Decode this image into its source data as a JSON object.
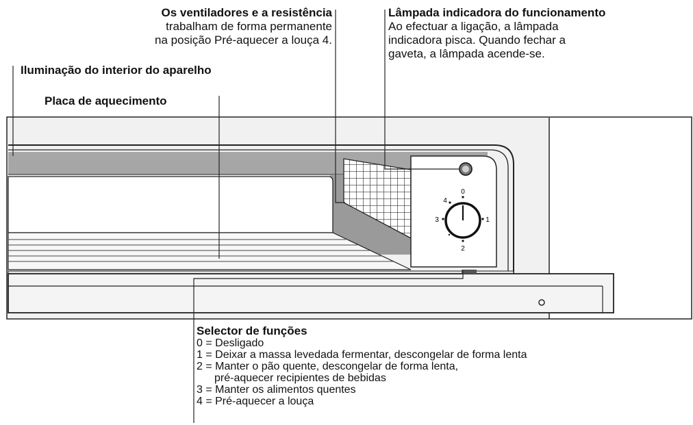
{
  "labels": {
    "fans_title": "Os ventiladores e a resistência",
    "fans_line1": "trabalham de forma permanente",
    "fans_line2": "na posição Pré-aquecer a louça 4.",
    "lamp_title": "Lâmpada indicadora do funcionamento",
    "lamp_line1": "Ao efectuar a ligação, a lâmpada",
    "lamp_line2": "indicadora pisca. Quando fechar a",
    "lamp_line3": "gaveta, a lâmpada acende-se.",
    "lighting": "Iluminação do interior do aparelho",
    "plate": "Placa de aquecimento"
  },
  "knob": {
    "mark_0": "0",
    "mark_1": "1",
    "mark_2": "2",
    "mark_3": "3",
    "mark_4": "4"
  },
  "selector": {
    "title": "Selector de funções",
    "items": [
      "0 = Desligado",
      "1 = Deixar a massa levedada fermentar, descongelar de forma lenta",
      "2 = Manter o pão quente, descongelar de forma lenta,",
      "pré-aquecer recipientes de bebidas",
      "3 = Manter os alimentos quentes",
      "4 = Pré-aquecer a louça"
    ]
  }
}
